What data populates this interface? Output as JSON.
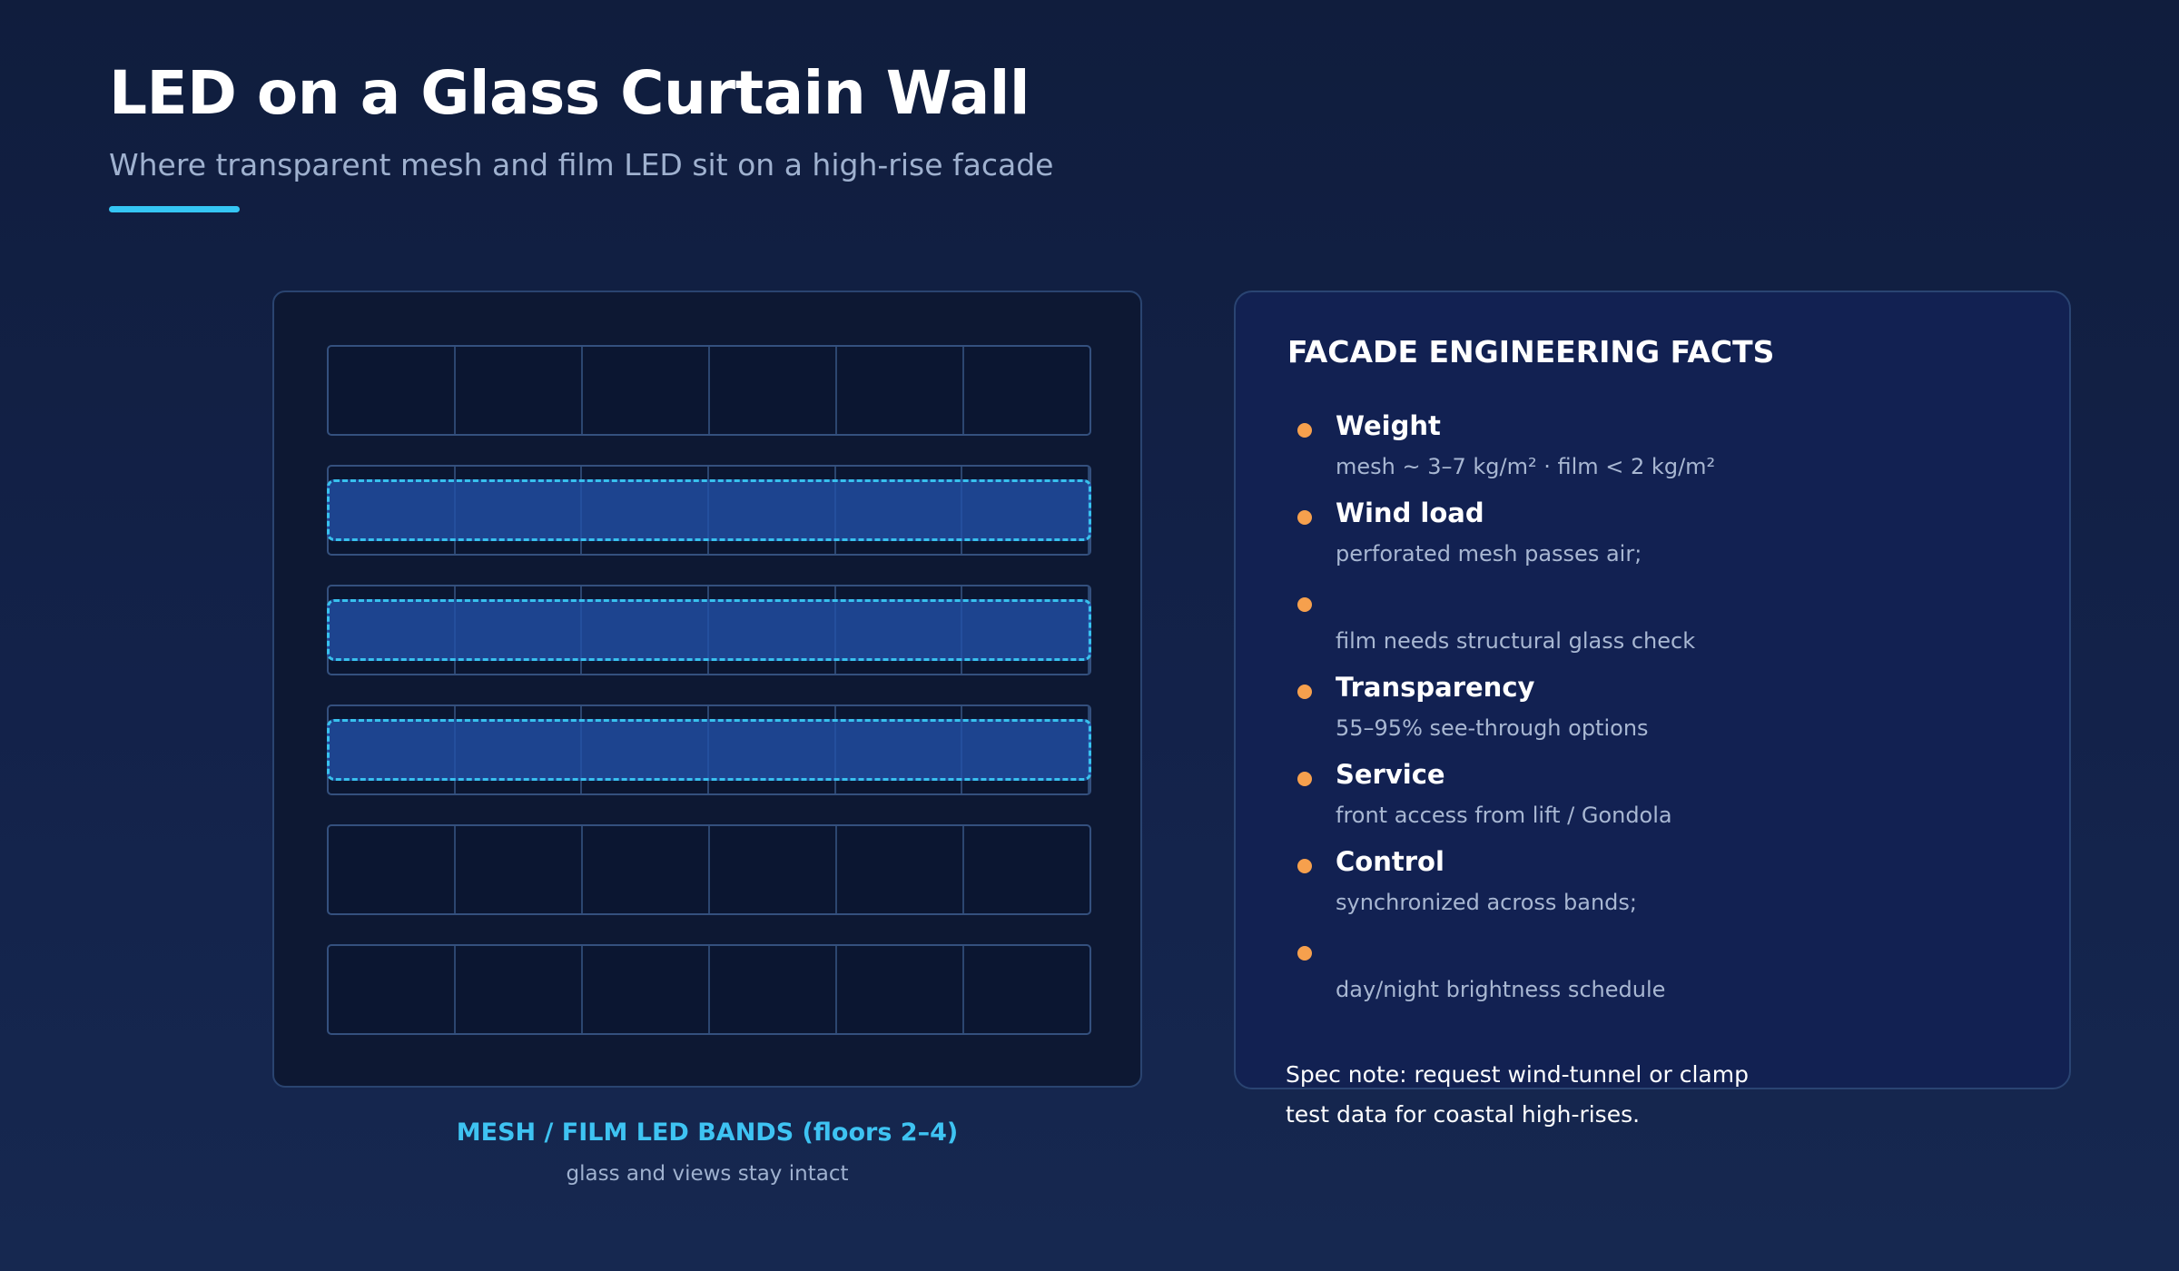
{
  "header": {
    "title": "LED on a Glass Curtain Wall",
    "subtitle": "Where transparent mesh and film LED sit on a high-rise facade"
  },
  "diagram": {
    "floors": [
      {
        "led_band": false
      },
      {
        "led_band": true
      },
      {
        "led_band": true
      },
      {
        "led_band": true
      },
      {
        "led_band": false
      },
      {
        "led_band": false
      }
    ],
    "panes_per_floor": 6,
    "caption": "MESH / FILM LED BANDS (floors 2–4)",
    "caption_sub": "glass and views stay intact"
  },
  "facts_panel": {
    "title": "FACADE ENGINEERING FACTS",
    "items": [
      {
        "label": "Weight",
        "text": "mesh ~ 3–7 kg/m² · film < 2 kg/m²"
      },
      {
        "label": "Wind load",
        "text": "perforated mesh passes air;"
      },
      {
        "label": "",
        "text": "film needs structural glass check"
      },
      {
        "label": "Transparency",
        "text": "55–95% see-through options"
      },
      {
        "label": "Service",
        "text": "front access from lift / Gondola"
      },
      {
        "label": "Control",
        "text": "synchronized across bands;"
      },
      {
        "label": "",
        "text": "day/night brightness schedule"
      }
    ],
    "spec_note": "Spec note: request wind-tunnel or clamp test data for coastal high-rises."
  },
  "colors": {
    "background": "#111e40",
    "accent": "#35c6f4",
    "led_band": "#2252aa",
    "bullet": "#f6a04d",
    "text_muted": "#9fb1cf"
  }
}
